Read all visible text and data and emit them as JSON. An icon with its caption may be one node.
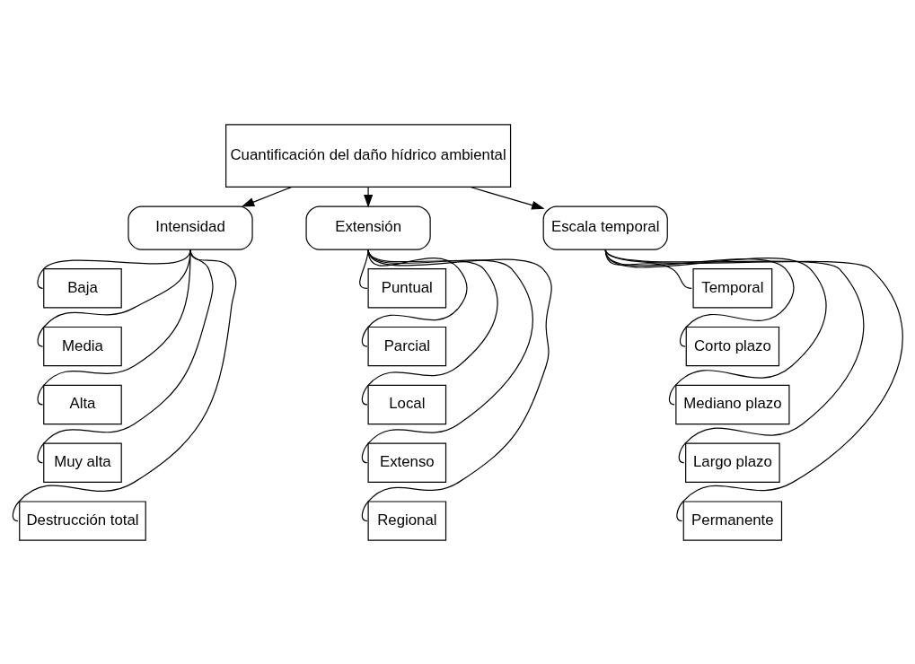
{
  "diagram": {
    "nodes": [
      {
        "text": [
          "Cuantificación del daño hídrico ambiental"
        ]
      },
      {
        "text": [
          "Intensidad"
        ]
      },
      {
        "text": [
          "Extensión"
        ]
      },
      {
        "text": [
          "Escala temporal"
        ]
      },
      {
        "text": [
          "Baja"
        ]
      },
      {
        "text": [
          "Media"
        ]
      },
      {
        "text": [
          "Alta"
        ]
      },
      {
        "text": [
          "Muy alta"
        ]
      },
      {
        "text": [
          "Destrucción total"
        ]
      },
      {
        "text": [
          "Puntual"
        ]
      },
      {
        "text": [
          "Parcial"
        ]
      },
      {
        "text": [
          "Local"
        ]
      },
      {
        "text": [
          "Extenso"
        ]
      },
      {
        "text": [
          "Regional"
        ]
      },
      {
        "text": [
          "Temporal"
        ]
      },
      {
        "text": [
          "Corto plazo"
        ]
      },
      {
        "text": [
          "Mediano plazo"
        ]
      },
      {
        "text": [
          "Largo plazo"
        ]
      },
      {
        "text": [
          "Permanente"
        ]
      }
    ],
    "edges": [
      {
        "from": 0,
        "to": 1,
        "arrow": "to"
      },
      {
        "from": 0,
        "to": 2,
        "arrow": "to"
      },
      {
        "from": 0,
        "to": 3,
        "arrow": "to"
      },
      {
        "from": 1,
        "to": 4,
        "arrow": "none"
      },
      {
        "from": 1,
        "to": 5,
        "arrow": "none"
      },
      {
        "from": 1,
        "to": 6,
        "arrow": "none"
      },
      {
        "from": 1,
        "to": 7,
        "arrow": "none"
      },
      {
        "from": 1,
        "to": 8,
        "arrow": "none"
      },
      {
        "from": 2,
        "to": 9,
        "arrow": "none"
      },
      {
        "from": 2,
        "to": 10,
        "arrow": "none"
      },
      {
        "from": 2,
        "to": 11,
        "arrow": "none"
      },
      {
        "from": 2,
        "to": 12,
        "arrow": "none"
      },
      {
        "from": 2,
        "to": 13,
        "arrow": "none"
      },
      {
        "from": 3,
        "to": 14,
        "arrow": "none"
      },
      {
        "from": 3,
        "to": 15,
        "arrow": "none"
      },
      {
        "from": 3,
        "to": 16,
        "arrow": "none"
      },
      {
        "from": 3,
        "to": 17,
        "arrow": "none"
      },
      {
        "from": 3,
        "to": 18,
        "arrow": "none"
      }
    ]
  }
}
